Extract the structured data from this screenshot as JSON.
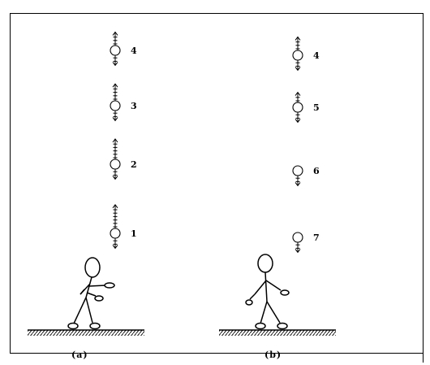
{
  "panels": [
    {
      "caption": "(a)",
      "balls": [
        {
          "label": "4",
          "up_ticks": 3,
          "down_ticks": 2
        },
        {
          "label": "3",
          "up_ticks": 4,
          "down_ticks": 2
        },
        {
          "label": "2",
          "up_ticks": 5,
          "down_ticks": 2
        },
        {
          "label": "1",
          "up_ticks": 6,
          "down_ticks": 2
        }
      ]
    },
    {
      "caption": "(b)",
      "balls": [
        {
          "label": "4",
          "up_ticks": 3,
          "down_ticks": 2
        },
        {
          "label": "5",
          "up_ticks": 2,
          "down_ticks": 2
        },
        {
          "label": "6",
          "up_ticks": 0,
          "down_ticks": 2
        },
        {
          "label": "7",
          "up_ticks": 0,
          "down_ticks": 2
        }
      ]
    }
  ]
}
